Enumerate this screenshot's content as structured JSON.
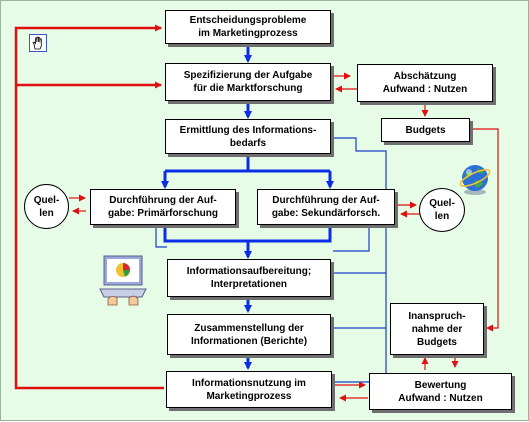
{
  "colors": {
    "background": "#e6fce6",
    "flow_arrow": "#0a2ee6",
    "info_line": "#1a3ec8",
    "feedback_arrow": "#e01010",
    "box_border": "#000000",
    "box_shadow": "#6f6f6f"
  },
  "boxes": {
    "entscheidungsprobleme": "Entscheidungsprobleme\nim Marketingprozess",
    "spezifizierung": "Spezifizierung der Aufgabe\nfür die Marktforschung",
    "abschaetzung": "Abschätzung\nAufwand : Nutzen",
    "ermittlung": "Ermittlung des Informations-\nbedarfs",
    "budgets": "Budgets",
    "primaer": "Durchführung der Auf-\ngabe: Primärforschung",
    "sekundaer": "Durchführung der Auf-\ngabe: Sekundärforsch.",
    "aufbereitung": "Informationsaufbereitung;\nInterpretationen",
    "zusammenstellung": "Zusammenstellung der\nInformationen (Berichte)",
    "inanspruchnahme": "Inanspruch-\nnahme der\nBudgets",
    "nutzung": "Informationsnutzung im\nMarketingprozess",
    "bewertung": "Bewertung\nAufwand : Nutzen"
  },
  "sources": {
    "left": "Quel-\nlen",
    "right": "Quel-\nlen"
  },
  "icons": [
    "hand-cursor-icon",
    "globe-icon",
    "computer-chart-icon"
  ]
}
